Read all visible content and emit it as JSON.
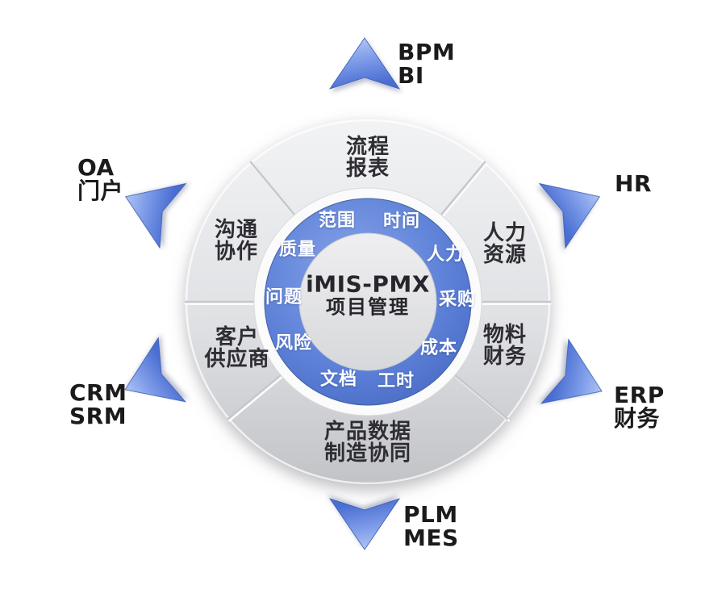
{
  "wheel": {
    "center": {
      "line1": "iMIS-PMX",
      "line2": "项目管理"
    },
    "inner_items": [
      "范围",
      "时间",
      "人力",
      "采购",
      "成本",
      "工时",
      "文档",
      "风险",
      "问题",
      "质量"
    ],
    "segments": {
      "top": {
        "line1": "流程",
        "line2": "报表"
      },
      "right_top": {
        "line1": "人力",
        "line2": "资源"
      },
      "right_bottom": {
        "line1": "物料",
        "line2": "财务"
      },
      "bottom": {
        "line1": "产品数据",
        "line2": "制造协同"
      },
      "left_bottom": {
        "line1": "客户",
        "line2": "供应商"
      },
      "left_top": {
        "line1": "沟通",
        "line2": "协作"
      }
    },
    "externals": {
      "top": {
        "line1": "BPM",
        "line2": "BI"
      },
      "right_top": {
        "line1": "HR"
      },
      "right_bottom": {
        "line1": "ERP",
        "line2": "财务"
      },
      "bottom": {
        "line1": "PLM",
        "line2": "MES"
      },
      "left_bottom": {
        "line1": "CRM",
        "line2": "SRM"
      },
      "left_top": {
        "line1": "OA",
        "line2": "门户"
      }
    },
    "colors": {
      "inner_ring_blue": "#5b7ed8",
      "arrow_blue_light": "#bed0f7",
      "arrow_blue_dark": "#4a6ed2",
      "outer_ring_gray": "#e0e1e4",
      "inner_text": "#ffffff",
      "segment_text": "#2d2d32",
      "external_text": "#1b1b1d"
    }
  }
}
